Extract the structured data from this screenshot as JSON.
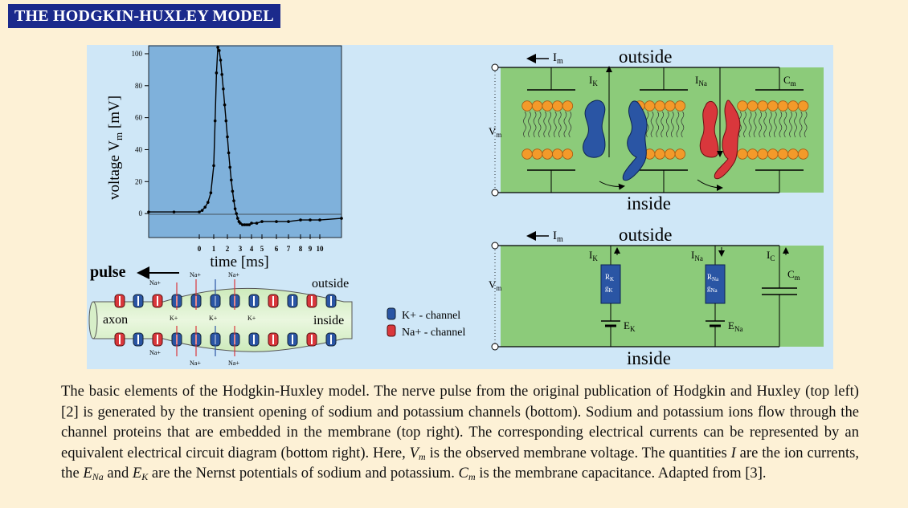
{
  "title": "THE HODGKIN-HUXLEY MODEL",
  "chart_data": {
    "type": "line",
    "ylabel": "voltage V_m [mV]",
    "xlabel": "time [ms]",
    "y_ticks": [
      0,
      20,
      40,
      60,
      80,
      100
    ],
    "x_ticks": [
      "0",
      "1",
      "2",
      "3",
      "4",
      "5",
      "6",
      "7",
      "8",
      "9",
      "10"
    ],
    "x_scale": "log-like",
    "ylim": [
      -15,
      105
    ],
    "grid": false,
    "series": [
      {
        "x": [
          -0.4,
          -0.2,
          0.0,
          0.2,
          0.4,
          0.6,
          0.8,
          1.0,
          1.1,
          1.2,
          1.3,
          1.4,
          1.5,
          1.6,
          1.7,
          1.8,
          1.9,
          2.0,
          2.1,
          2.2,
          2.3,
          2.4,
          2.5,
          2.6,
          2.7,
          2.8,
          2.9,
          3.0,
          3.2,
          3.4,
          3.6,
          3.8,
          4.0,
          4.5,
          5.0,
          6.0,
          7.0,
          8.0,
          9.0,
          10.0,
          10.5
        ],
        "values": [
          1,
          1,
          1,
          2,
          4,
          7,
          13,
          30,
          58,
          88,
          104,
          102,
          96,
          87,
          78,
          68,
          58,
          48,
          38,
          29,
          21,
          14,
          8,
          3,
          0,
          -3,
          -5,
          -6,
          -7,
          -7,
          -7,
          -7,
          -6,
          -6,
          -5,
          -5,
          -5,
          -4,
          -4,
          -4,
          -3
        ]
      }
    ]
  },
  "membrane": {
    "outside": "outside",
    "inside": "inside",
    "im": "I_m",
    "ik": "I_K",
    "ina": "I_Na",
    "cm": "C_m",
    "vm": "V_m"
  },
  "circuit": {
    "outside": "outside",
    "inside": "inside",
    "im": "I_m",
    "ik": "I_K",
    "ina": "I_Na",
    "ic": "I_C",
    "cm": "C_m",
    "vm": "V_m",
    "rk": "R_K",
    "gk": "g_K",
    "rna": "R_Na",
    "gna": "g_Na",
    "ek": "E_K",
    "ena": "E_Na"
  },
  "axon": {
    "pulse": "pulse",
    "axon_label": "axon",
    "outside": "outside",
    "inside": "inside",
    "na": "Na+",
    "k": "K+",
    "legend_k": "K+ - channel",
    "legend_na": "Na+ - channel"
  },
  "caption": "The basic elements of the Hodgkin-Huxley model. The nerve pulse from the original publication of Hodgkin and Huxley (top left) [2] is generated by the transient opening of sodium and potassium channels (bottom). Sodium and potassium ions flow through the channel proteins that are embedded in the membrane (top right). The corresponding electrical currents can be represented by an equivalent electrical circuit diagram (bottom right). Here, V_m is the observed membrane voltage. The quantities I are the ion currents, the E_Na and E_K are the Nernst potentials of sodium and potassium. C_m is the membrane capacitance. Adapted from [3].",
  "colors": {
    "title_bg": "#1b2a8c",
    "page_bg": "#fdf1d6",
    "figure_bg": "#cfe7f7",
    "plot_bg": "#7fb1db",
    "membrane_bg": "#8ccb7a",
    "k_channel": "#2a55a4",
    "na_channel": "#d9373c",
    "lipid_head": "#f39a2a"
  }
}
